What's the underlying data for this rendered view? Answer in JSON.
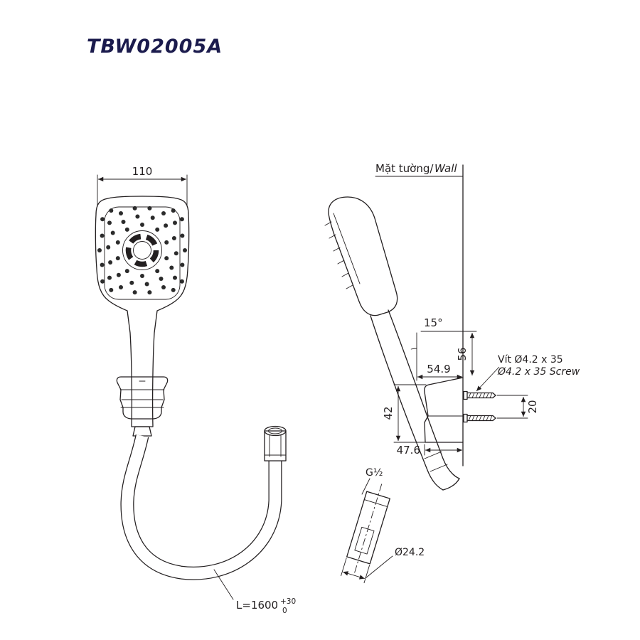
{
  "page": {
    "title": "TBW02005A"
  },
  "colors": {
    "ink": "#231f20",
    "title": "#1b1b4d",
    "background": "#ffffff"
  },
  "front_view": {
    "head_width_mm": "110",
    "hose_length": "L=1600",
    "hose_tolerance_upper": "+30",
    "hose_tolerance_lower": "0"
  },
  "side_view": {
    "wall_label_vi": "Mặt tường/",
    "wall_label_en": "Wall",
    "handle_angle": "15°",
    "dim_wall_to_axis": "54.9",
    "dim_screw_height": "56",
    "dim_holder_height": "42",
    "dim_holder_depth": "47.6",
    "dim_screw_spacing": "20",
    "screw_spec_vi": "Vít Ø4.2 x 35",
    "screw_spec_en": "Ø4.2 x 35 Screw",
    "thread_size": "G½",
    "connector_diameter": "Ø24.2"
  }
}
